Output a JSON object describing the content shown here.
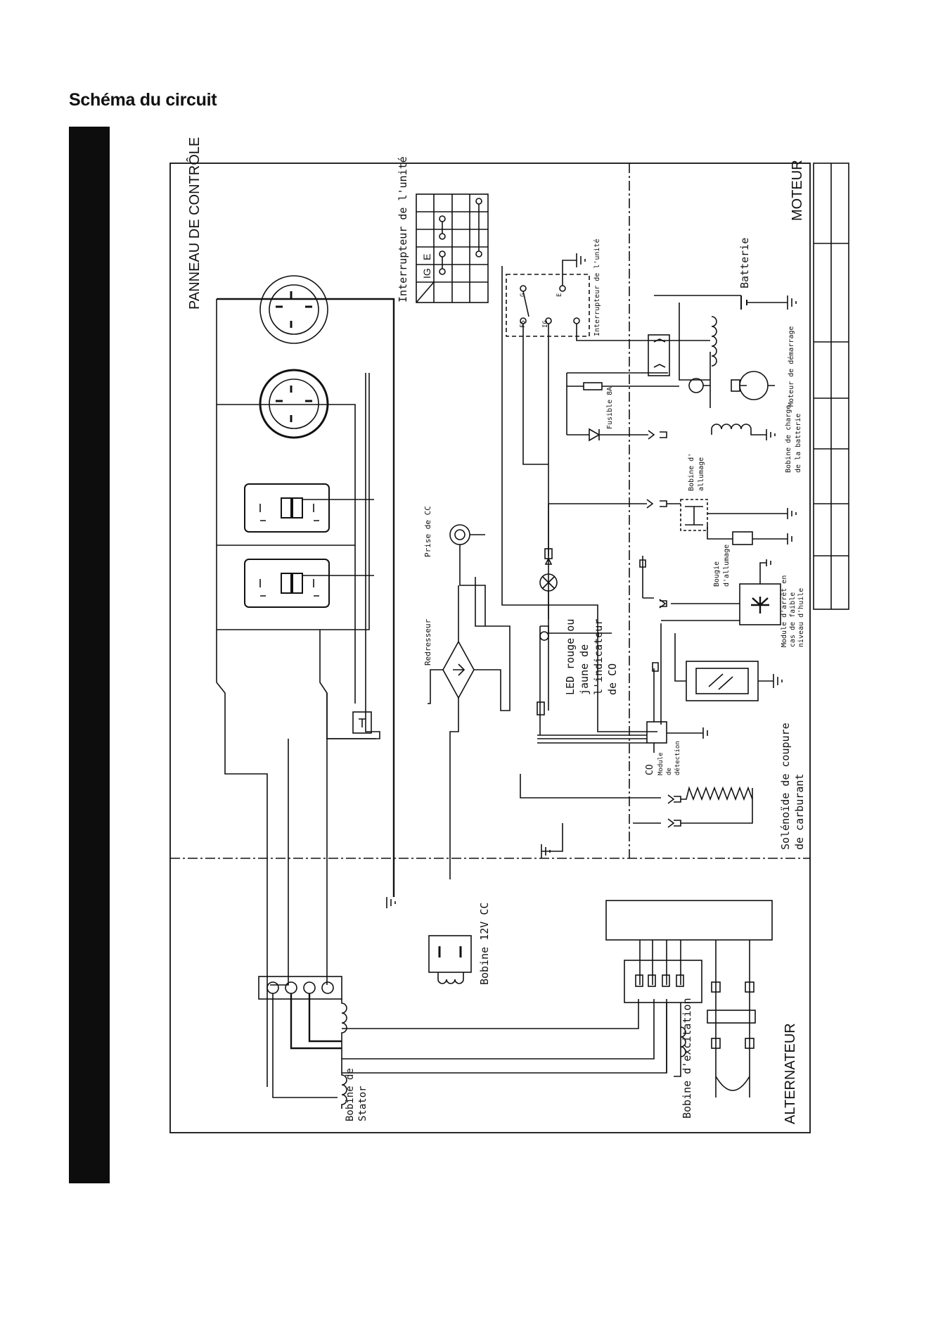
{
  "page": {
    "title": "Schéma du circuit"
  },
  "sections": {
    "control_panel": "PANNEAU DE CONTRÔLE",
    "engine": "MOTEUR",
    "alternator": "ALTERNATEUR"
  },
  "labels": {
    "unit_switch_table": "Interrupteur de l'unité",
    "unit_switch": "Interrupteur de l'unité",
    "battery": "Batterie",
    "starter_motor": "Moteur de démarrage",
    "battery_charge_coil": [
      "Bobine de charge",
      "de la batterie"
    ],
    "fuse": "Fusible 8A",
    "ignition_coil": [
      "Bobine d'",
      "allumage"
    ],
    "spark_plug": [
      "Bougie",
      "d'allumage"
    ],
    "low_oil_module": [
      "Module d'arrêt en",
      "cas de faible",
      "niveau d'huile"
    ],
    "dc_outlet": "Prise de CC",
    "rectifier": "Redresseur",
    "co_led": [
      "LED rouge ou",
      "jaune de",
      "l'indicateur",
      "de CO"
    ],
    "co_module": [
      "CO",
      "Module",
      "de",
      "détection"
    ],
    "fuel_solenoid": [
      "Solénoïde de coupure",
      "de carburant"
    ],
    "dc_coil": "Bobine 12V CC",
    "stator_coil": [
      "Bobine de",
      "Stator"
    ],
    "excitation_coil": "Bobine d'excitation"
  },
  "switch_table": {
    "col_ig": "IG",
    "col_e": "E"
  },
  "switch_terminals": {
    "g": "G",
    "e": "E",
    "fs": "FS",
    "ig": "IG"
  }
}
